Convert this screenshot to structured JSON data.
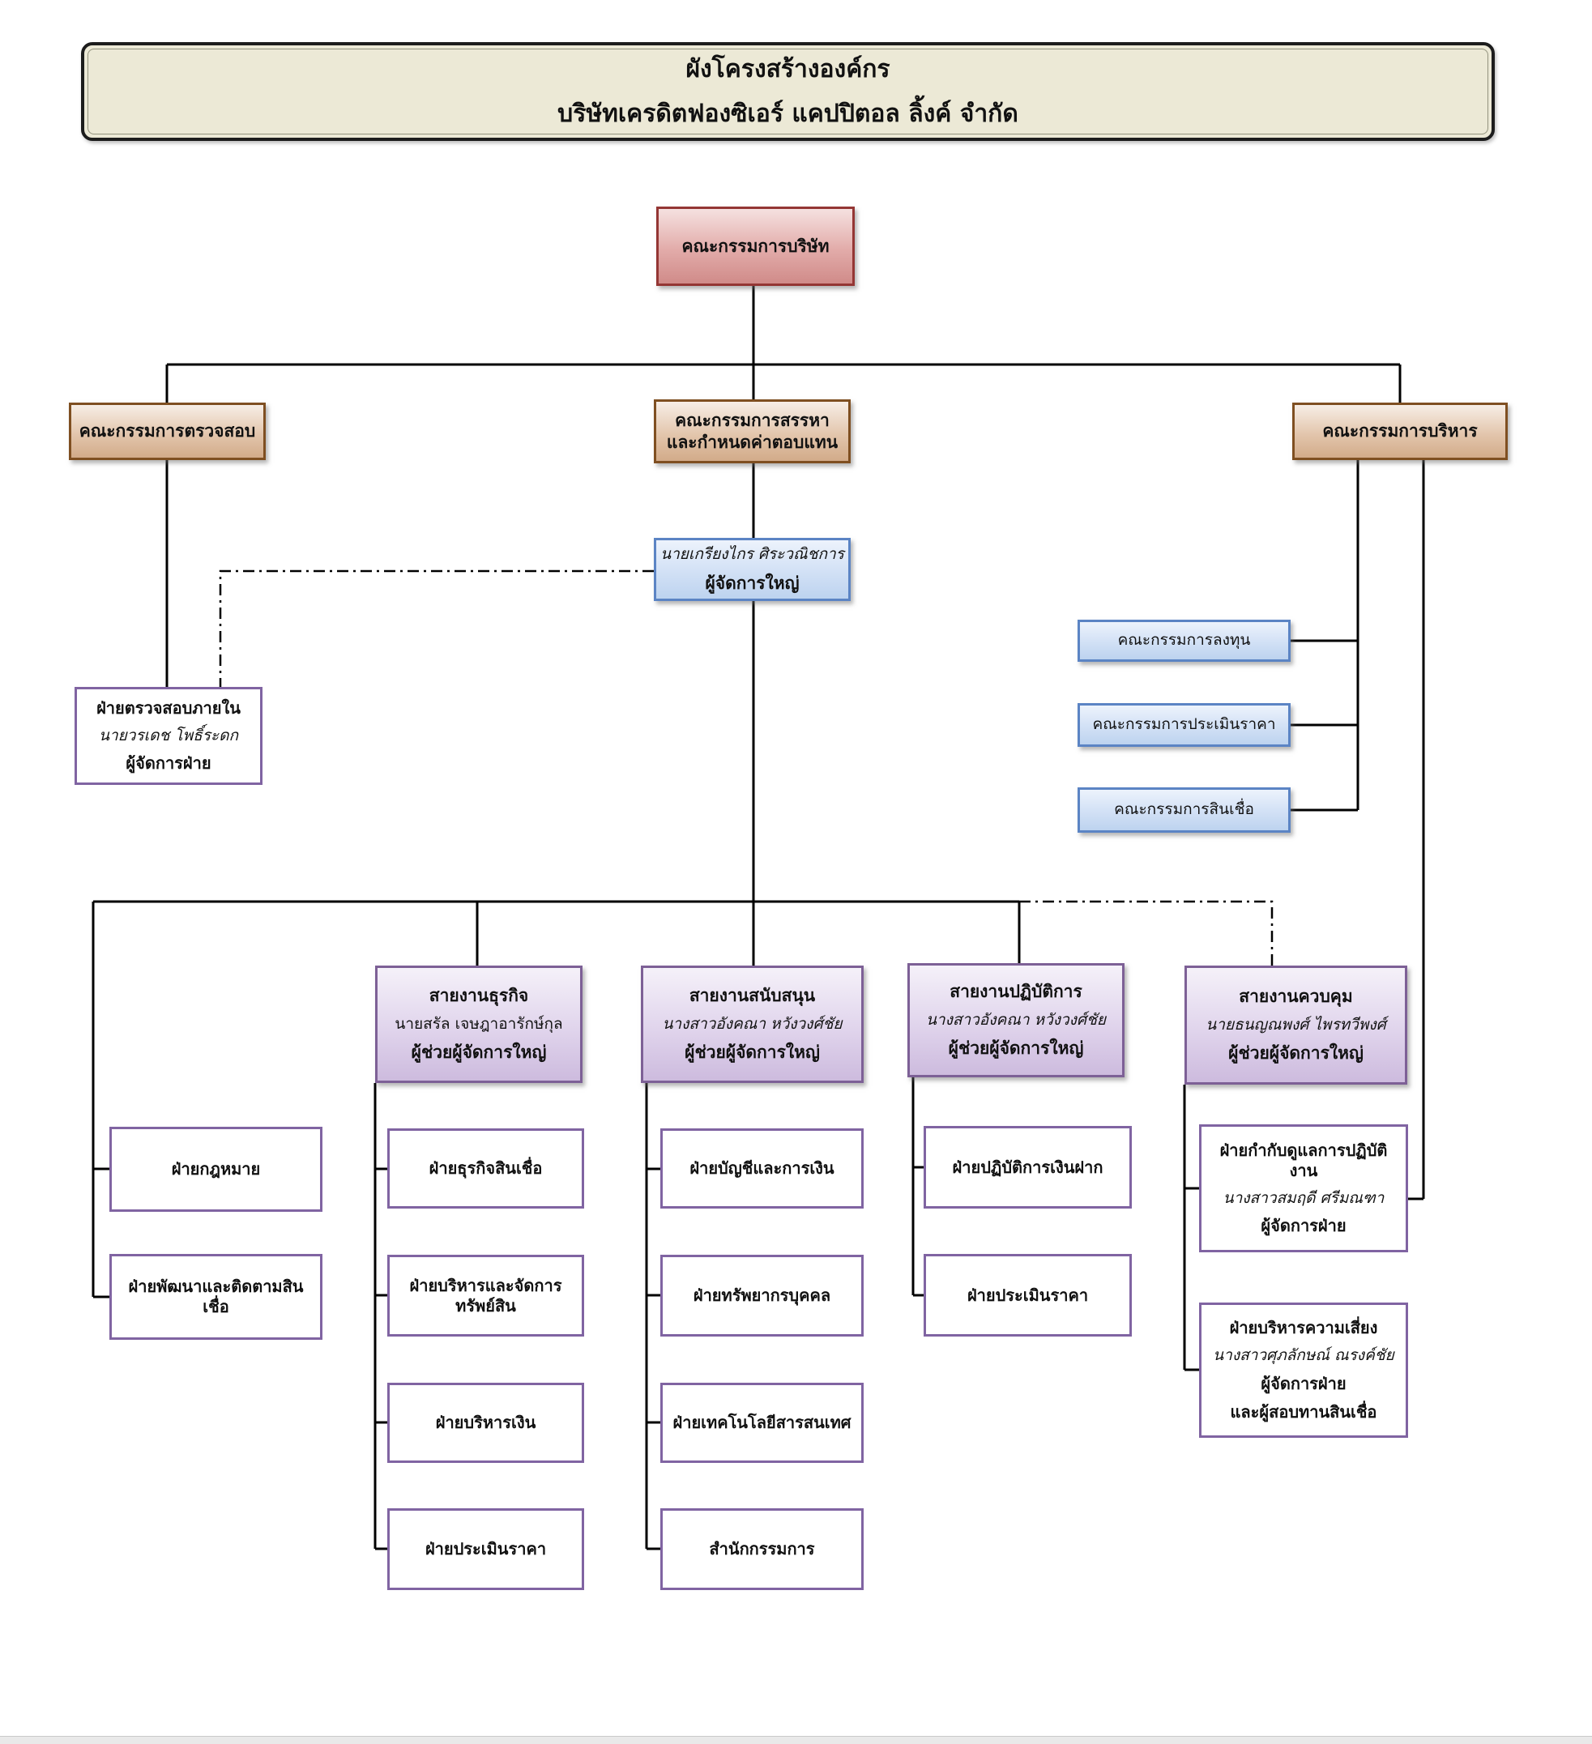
{
  "title": {
    "line1": "ผังโครงสร้างองค์กร",
    "line2": "บริษัทเครดิตฟองซิเอร์ แคปปิตอล ลิ้งค์ จำกัด"
  },
  "nodes": {
    "board": {
      "label": "คณะกรรมการบริษัท"
    },
    "audit_committee": {
      "label": "คณะกรรมการตรวจสอบ"
    },
    "nomination_committee": {
      "line1": "คณะกรรมการสรรหา",
      "line2": "และกำหนดค่าตอบแทน"
    },
    "executive_committee": {
      "label": "คณะกรรมการบริหาร"
    },
    "general_manager": {
      "name": "นายเกรียงไกร ศิระวณิชการ",
      "title": "ผู้จัดการใหญ่"
    },
    "investment_committee": {
      "label": "คณะกรรมการลงทุน"
    },
    "appraisal_committee": {
      "label": "คณะกรรมการประเมินราคา"
    },
    "credit_committee": {
      "label": "คณะกรรมการสินเชื่อ"
    },
    "internal_audit": {
      "dept": "ฝ่ายตรวจสอบภายใน",
      "name": "นายวรเดช โพธิ์ระดก",
      "title": "ผู้จัดการฝ่าย"
    },
    "business_division": {
      "dept": "สายงานธุรกิจ",
      "name": "นายสรัล เจษฎาอารักษ์กุล",
      "title": "ผู้ช่วยผู้จัดการใหญ่"
    },
    "support_division": {
      "dept": "สายงานสนับสนุน",
      "name": "นางสาวอังคณา หวังวงศ์ชัย",
      "title": "ผู้ช่วยผู้จัดการใหญ่"
    },
    "operations_division": {
      "dept": "สายงานปฏิบัติการ",
      "name": "นางสาวอังคณา หวังวงศ์ชัย",
      "title": "ผู้ช่วยผู้จัดการใหญ่"
    },
    "control_division": {
      "dept": "สายงานควบคุม",
      "name": "นายธนญณพงศ์ ไพรทวีพงศ์",
      "title": "ผู้ช่วยผู้จัดการใหญ่"
    },
    "legal_dept": {
      "label": "ฝ่ายกฎหมาย"
    },
    "credit_dev_dept": {
      "label": "ฝ่ายพัฒนาและติดตามสินเชื่อ"
    },
    "credit_business_dept": {
      "label": "ฝ่ายธุรกิจสินเชื่อ"
    },
    "asset_mgmt_dept": {
      "line1": "ฝ่ายบริหารและจัดการ",
      "line2": "ทรัพย์สิน"
    },
    "treasury_dept": {
      "label": "ฝ่ายบริหารเงิน"
    },
    "appraisal_dept_business": {
      "label": "ฝ่ายประเมินราคา"
    },
    "accounting_dept": {
      "label": "ฝ่ายบัญชีและการเงิน"
    },
    "hr_dept": {
      "label": "ฝ่ายทรัพยากรบุคคล"
    },
    "it_dept": {
      "label": "ฝ่ายเทคโนโลยีสารสนเทศ"
    },
    "board_office": {
      "label": "สำนักกรรมการ"
    },
    "deposit_ops_dept": {
      "label": "ฝ่ายปฏิบัติการเงินฝาก"
    },
    "appraisal_dept_operations": {
      "label": "ฝ่ายประเมินราคา"
    },
    "compliance_dept": {
      "dept": "ฝ่ายกำกับดูแลการปฏิบัติงาน",
      "name": "นางสาวสมฤดี ศรีมณฑา",
      "title": "ผู้จัดการฝ่าย"
    },
    "risk_dept": {
      "dept": "ฝ่ายบริหารความเสี่ยง",
      "name": "นางสาวศุภลักษณ์ ณรงค์ชัย",
      "title": "ผู้จัดการฝ่าย",
      "title2": "และผู้สอบทานสินเชื่อ"
    }
  },
  "colors": {
    "board_border": "#943634",
    "committee_border": "#7F4F21",
    "blue_border": "#5B84C4",
    "division_border": "#7D6096",
    "leaf_border": "#8064A2",
    "title_bg": "#ECE9D6",
    "connector": "#000000"
  }
}
